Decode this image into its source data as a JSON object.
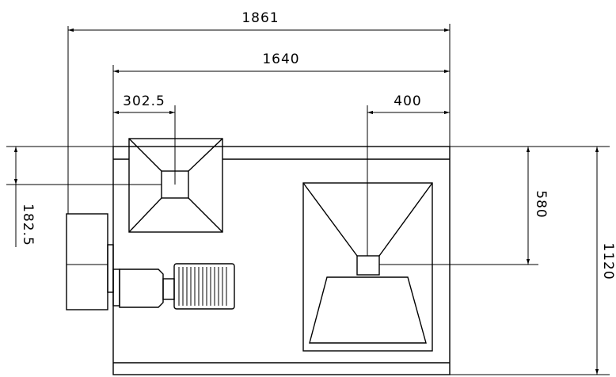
{
  "dimensions": {
    "overall_width": "1861",
    "frame_width": "1640",
    "left_hopper_offset": "302.5",
    "right_hopper_offset": "400",
    "left_hopper_vertical": "182.5",
    "right_hopper_vertical": "580",
    "overall_height": "1120"
  }
}
